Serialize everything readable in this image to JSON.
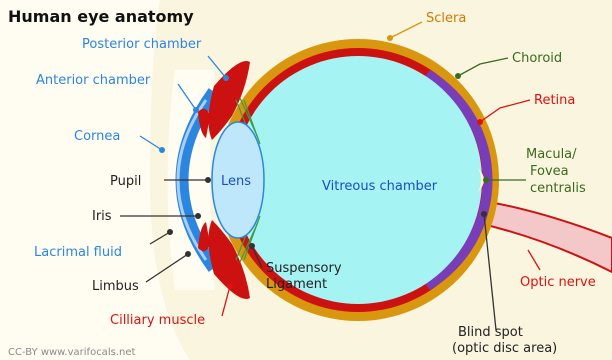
{
  "title": "Human eye anatomy",
  "credit": "CC-BY www.varifocals.net",
  "colors": {
    "background": "#fffdf2",
    "background_shade": "#f7f0d2",
    "sclera": "#d9960f",
    "choroid": "#cc1111",
    "retina": "#7a3db8",
    "vitreous": "#a6f3f4",
    "cornea": "#2b86e0",
    "lens": "#bfe7fb",
    "iris": "#cc1111",
    "label_blue": "#2b86e0",
    "label_orange": "#d07a00",
    "label_green": "#3a6b1e",
    "label_red": "#e01010",
    "label_dark": "#222222",
    "label_navy": "#1a4dc4"
  },
  "labels": {
    "sclera": "Sclera",
    "choroid": "Choroid",
    "retina": "Retina",
    "macula_line1": "Macula/",
    "macula_line2": "Fovea",
    "macula_line3": "centralis",
    "optic_nerve": "Optic nerve",
    "blind_spot_line1": "Blind spot",
    "blind_spot_line2": "(optic disc area)",
    "posterior_chamber": "Posterior chamber",
    "anterior_chamber": "Anterior chamber",
    "cornea": "Cornea",
    "pupil": "Pupil",
    "iris": "Iris",
    "lacrimal_fluid": "Lacrimal fluid",
    "limbus": "Limbus",
    "cilliary_muscle": "Cilliary muscle",
    "lens": "Lens",
    "vitreous_chamber": "Vitreous chamber",
    "suspensory_line1": "Suspensory",
    "suspensory_line2": "Ligament"
  }
}
